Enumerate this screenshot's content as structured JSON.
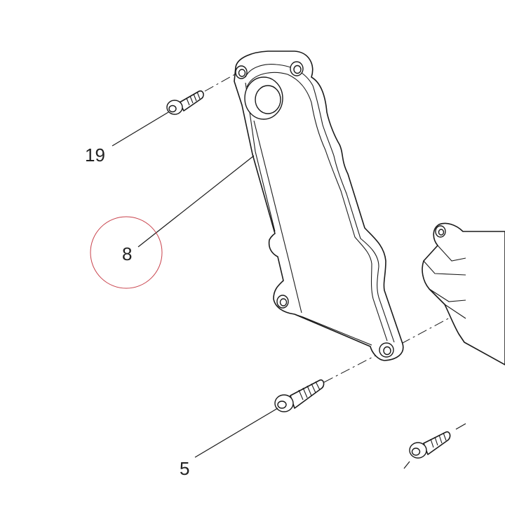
{
  "callouts": {
    "bolt_top": "19",
    "bracket": "8",
    "bolt_bottom": "5"
  },
  "colors": {
    "highlight_circle": "#c8404a",
    "line": "#1a1a1a",
    "background": "#ffffff"
  }
}
